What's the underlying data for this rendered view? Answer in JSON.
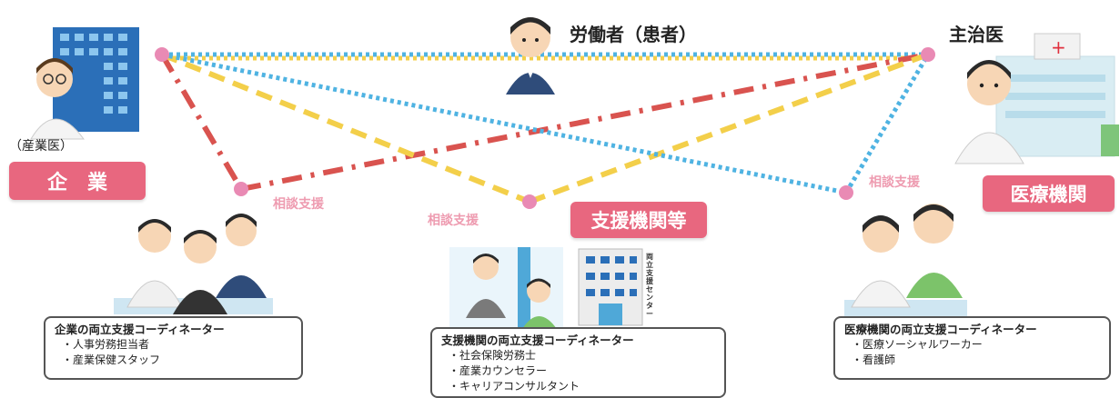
{
  "worker_label": "労働者（患者）",
  "doctor_label": "主治医",
  "industrial_doctor_label": "（産業医）",
  "company_label": "企　業",
  "hospital_label": "医療機関",
  "support_org_label": "支援機関等",
  "consult_labels": [
    "相談支援",
    "相談支援",
    "相談支援"
  ],
  "building_sign": "両立支援センター",
  "company_box": {
    "title": "企業の両立支援コーディネーター",
    "items": [
      "・人事労務担当者",
      "・産業保健スタッフ"
    ]
  },
  "support_box": {
    "title": "支援機関の両立支援コーディネーター",
    "items": [
      "・社会保険労務士",
      "・産業カウンセラー",
      "・キャリアコンサルタント"
    ]
  },
  "hospital_box": {
    "title": "医療機関の両立支援コーディネーター",
    "items": [
      "・医療ソーシャルワーカー",
      "・看護師"
    ]
  },
  "colors": {
    "red": "#d9534f",
    "yellow": "#f3cf4a",
    "blue": "#4fb3e2",
    "pink_node": "#e98ab4",
    "pill": "#e8677f"
  }
}
